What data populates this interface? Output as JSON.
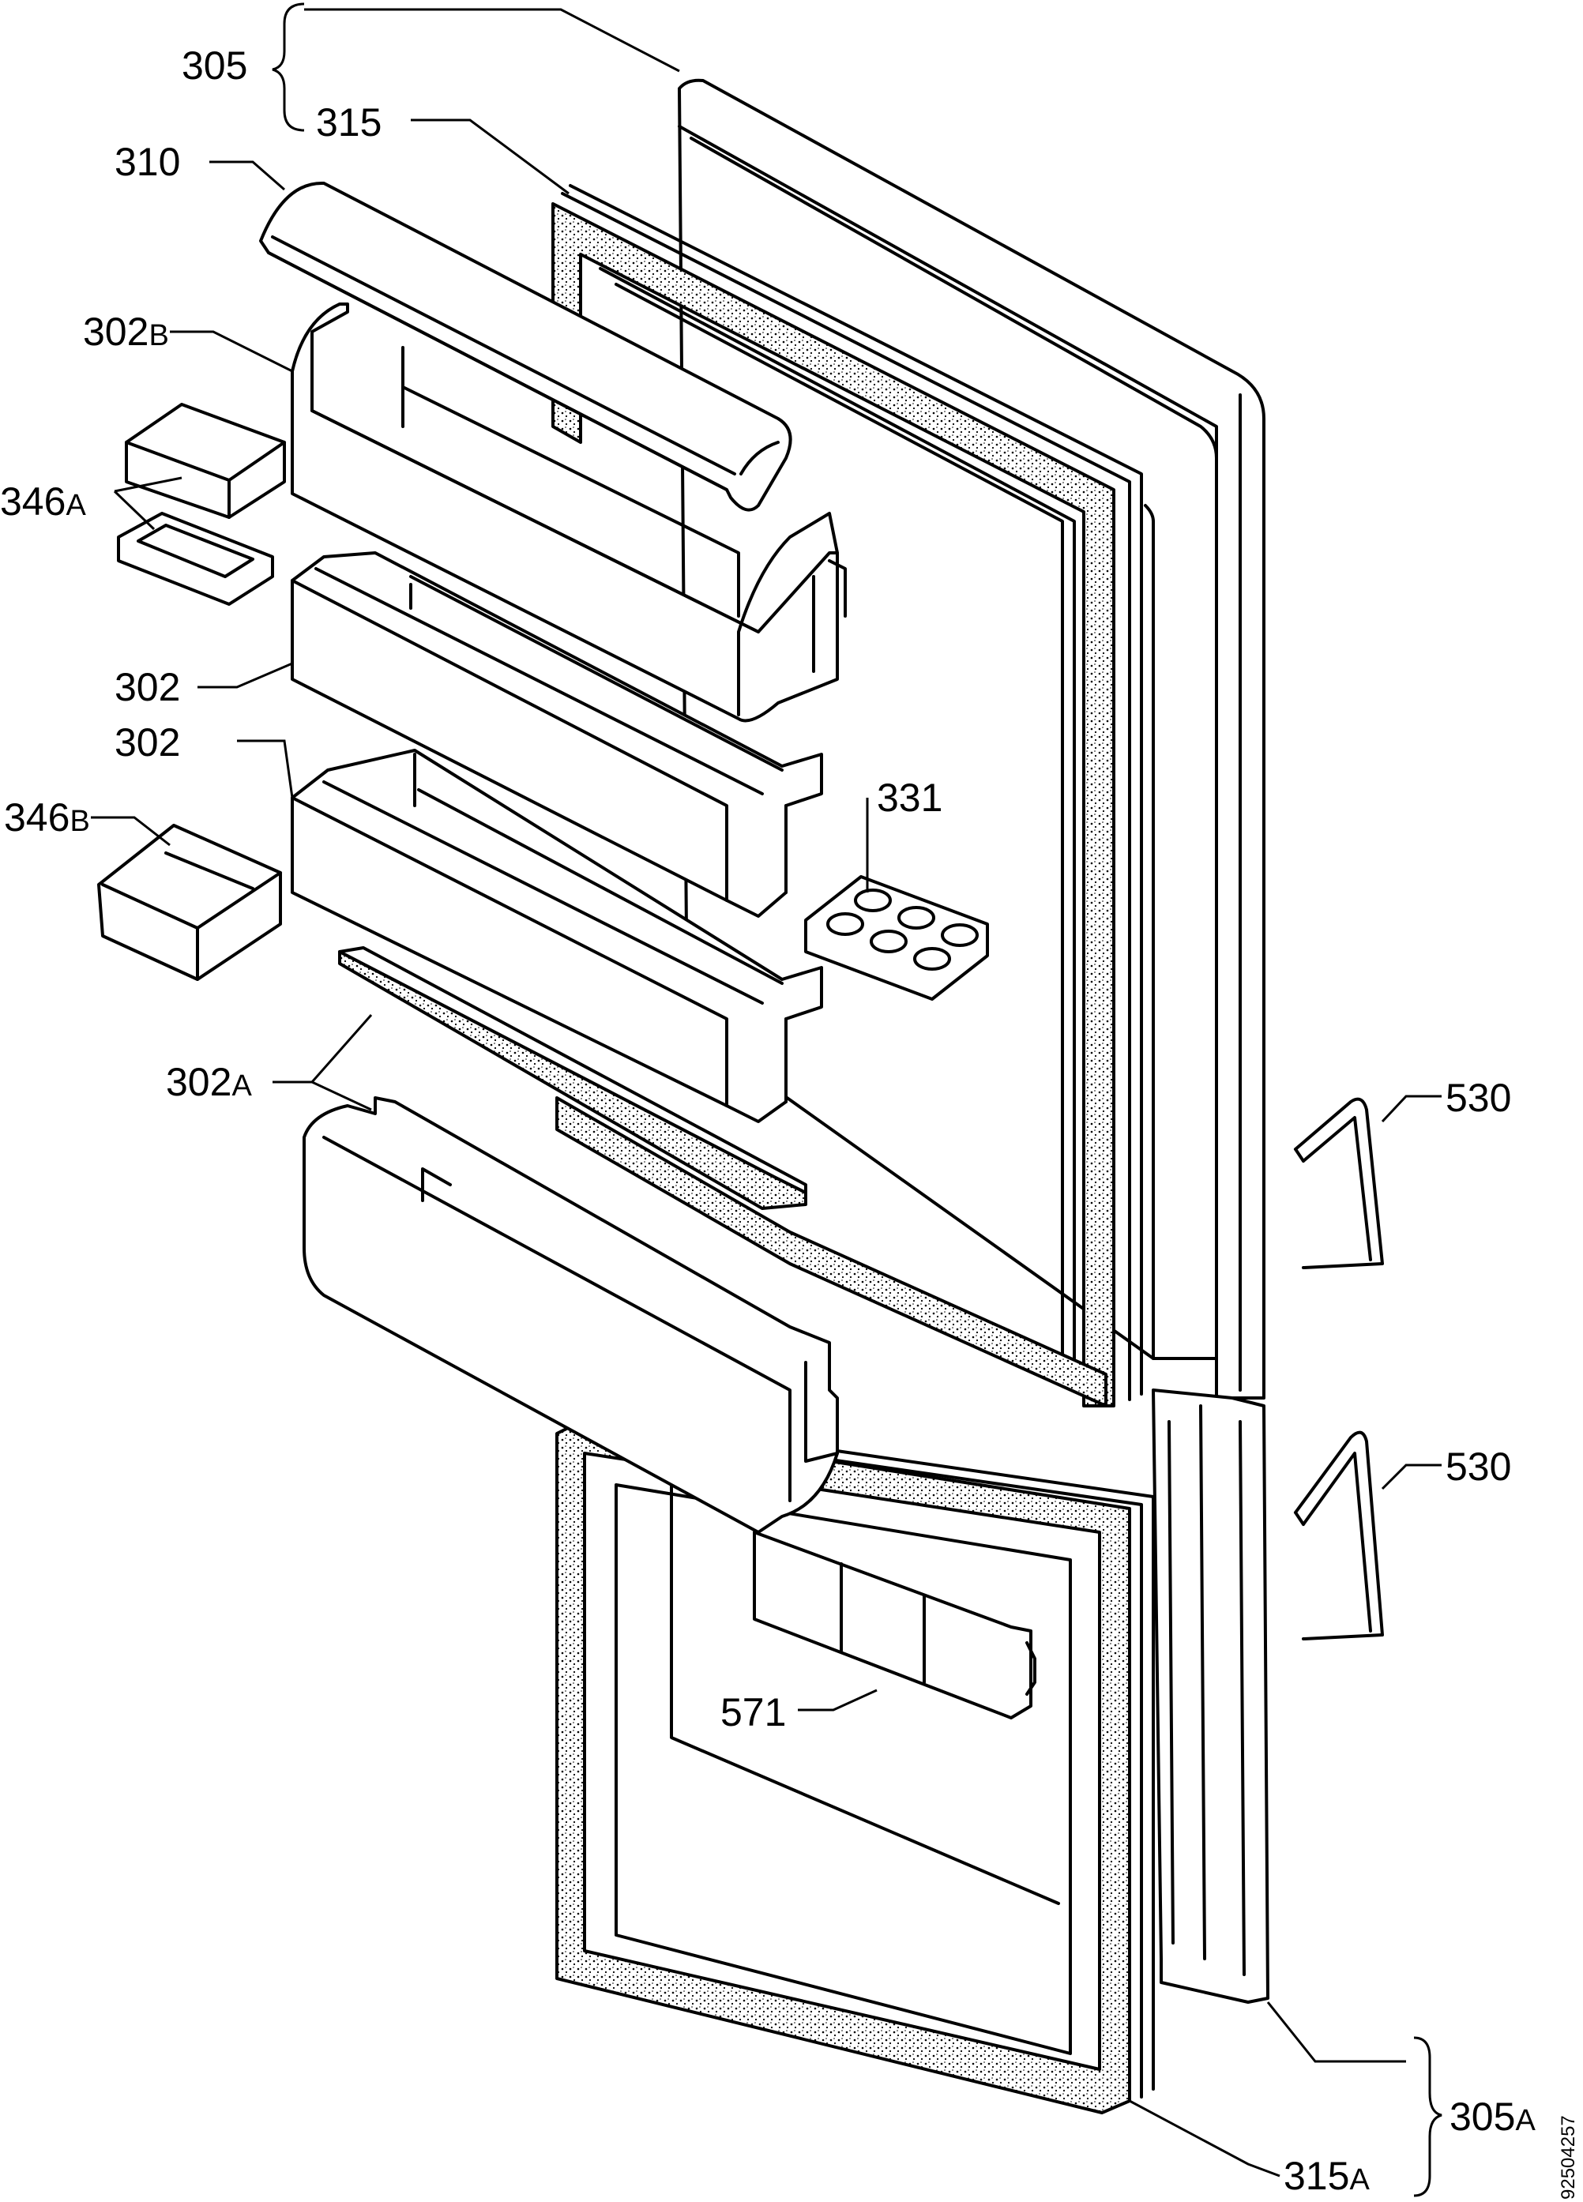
{
  "diagram": {
    "document_id": "92504257",
    "labels": {
      "305": {
        "num": "305",
        "suffix": ""
      },
      "315": {
        "num": "315",
        "suffix": ""
      },
      "310": {
        "num": "310",
        "suffix": ""
      },
      "302B": {
        "num": "302",
        "suffix": "B"
      },
      "346A": {
        "num": "346",
        "suffix": "A"
      },
      "302_upper": {
        "num": "302",
        "suffix": ""
      },
      "302_lower": {
        "num": "302",
        "suffix": ""
      },
      "346B": {
        "num": "346",
        "suffix": "B"
      },
      "331": {
        "num": "331",
        "suffix": ""
      },
      "302A": {
        "num": "302",
        "suffix": "A"
      },
      "530_upper": {
        "num": "530",
        "suffix": ""
      },
      "530_lower": {
        "num": "530",
        "suffix": ""
      },
      "571": {
        "num": "571",
        "suffix": ""
      },
      "305A": {
        "num": "305",
        "suffix": "A"
      },
      "315A": {
        "num": "315",
        "suffix": "A"
      }
    }
  }
}
